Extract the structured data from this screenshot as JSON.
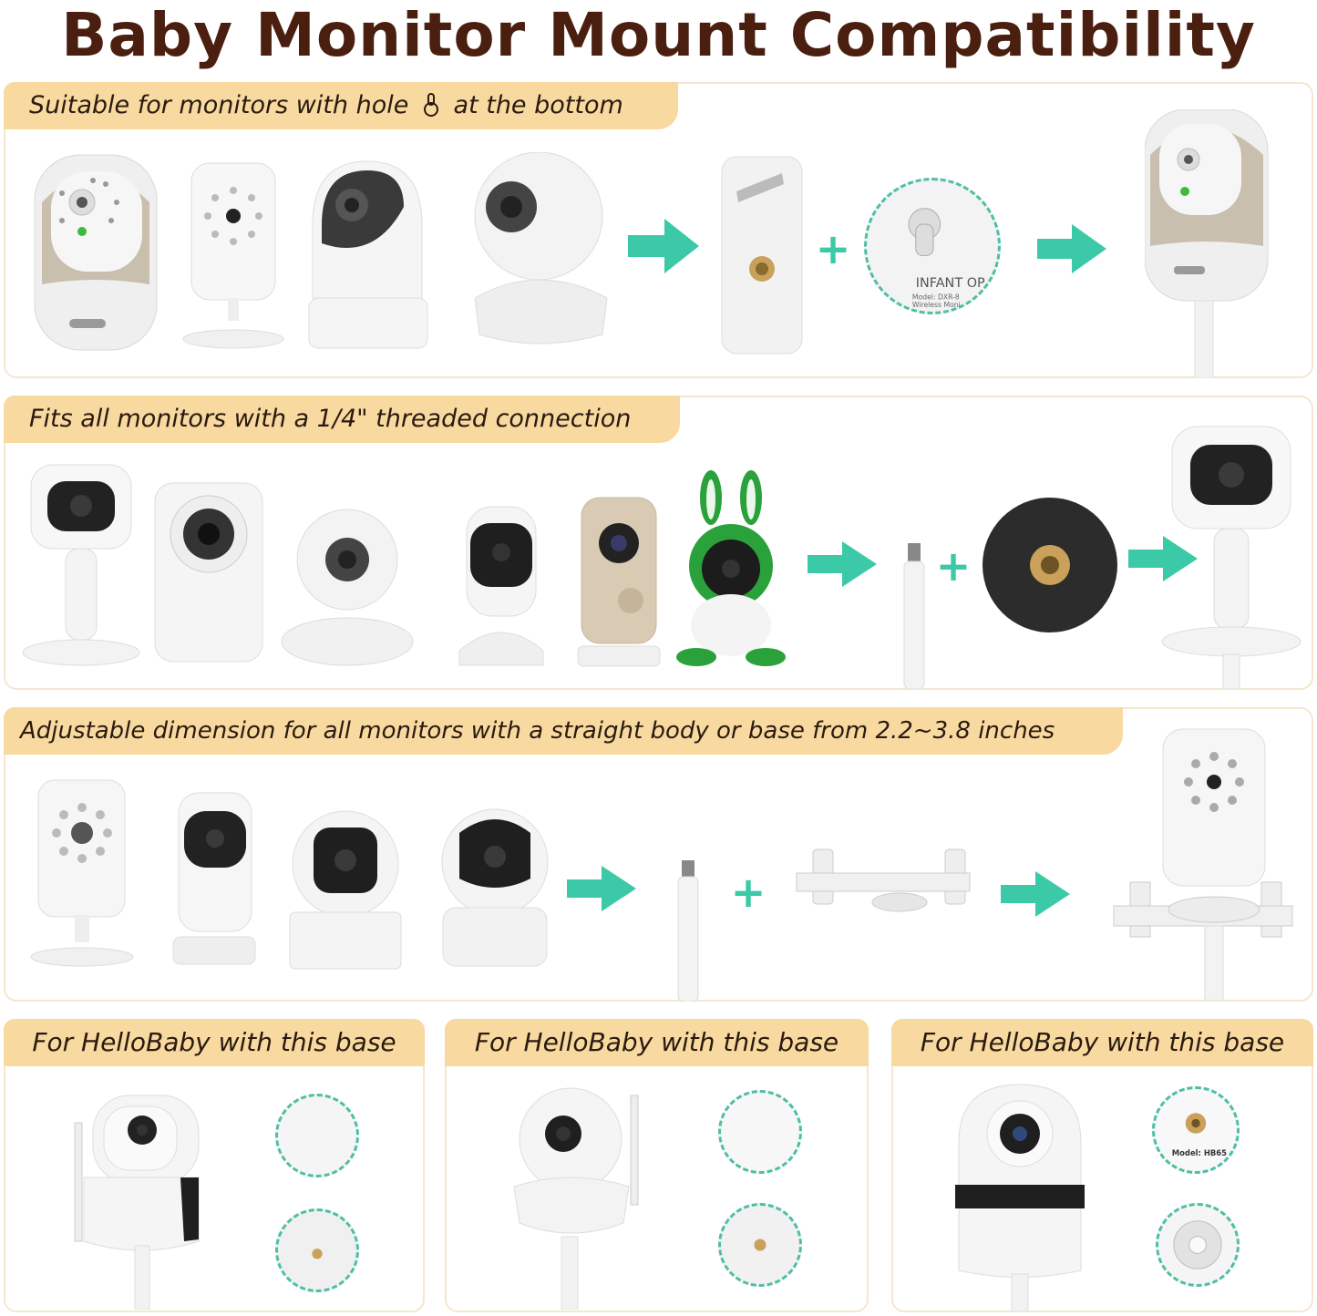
{
  "title": "Baby Monitor Mount Compatibility",
  "sections": [
    {
      "banner_before": "Suitable for monitors with hole",
      "banner_icon": "keyhole-icon",
      "banner_after": "at the bottom"
    },
    {
      "banner": "Fits all monitors with a 1/4\" threaded connection"
    },
    {
      "banner": "Adjustable dimension for all monitors with a straight body or base from 2.2~3.8 inches"
    }
  ],
  "hellobaby_panels": [
    {
      "banner": "For HelloBaby with this base"
    },
    {
      "banner": "For HelloBaby with this base"
    },
    {
      "banner": "For HelloBaby with this base"
    }
  ],
  "label_infant": "INFANT OP",
  "label_model": "Model: DXR-8",
  "label_wireless": "Wireless Moni",
  "label_hb65": "Model: HB65",
  "accent_color": "#3cc9a7",
  "banner_color": "#f8d9a0",
  "title_color": "#4a1f0f"
}
